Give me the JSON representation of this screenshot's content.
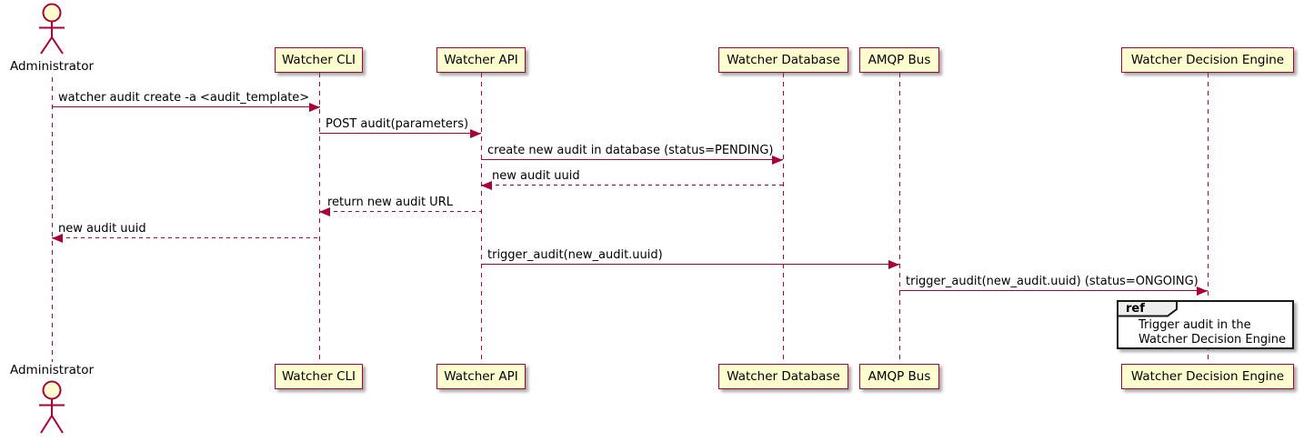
{
  "diagram_type": "sequence-diagram",
  "colors": {
    "participant_fill": "#FEFECE",
    "participant_border": "#A80036",
    "arrow_line": "#A80036",
    "text": "#000000",
    "ref_header_fill": "#EEEEEE",
    "ref_border": "#181818"
  },
  "actor": {
    "label": "Administrator"
  },
  "participants": [
    {
      "id": "watcher-cli",
      "label": "Watcher CLI"
    },
    {
      "id": "watcher-api",
      "label": "Watcher API"
    },
    {
      "id": "watcher-database",
      "label": "Watcher Database"
    },
    {
      "id": "amqp-bus",
      "label": "AMQP Bus"
    },
    {
      "id": "watcher-decision-engine",
      "label": "Watcher Decision Engine"
    }
  ],
  "messages": [
    {
      "from": "Administrator",
      "to": "Watcher CLI",
      "style": "solid",
      "label": "watcher audit create -a <audit_template>"
    },
    {
      "from": "Watcher CLI",
      "to": "Watcher API",
      "style": "solid",
      "label": "POST audit(parameters)"
    },
    {
      "from": "Watcher API",
      "to": "Watcher Database",
      "style": "solid",
      "label": "create new audit in database (status=PENDING)"
    },
    {
      "from": "Watcher Database",
      "to": "Watcher API",
      "style": "dashed",
      "label": "new audit uuid"
    },
    {
      "from": "Watcher API",
      "to": "Watcher CLI",
      "style": "dashed",
      "label": "return new audit URL"
    },
    {
      "from": "Watcher CLI",
      "to": "Administrator",
      "style": "dashed",
      "label": "new audit uuid"
    },
    {
      "from": "Watcher API",
      "to": "AMQP Bus",
      "style": "solid",
      "label": "trigger_audit(new_audit.uuid)"
    },
    {
      "from": "AMQP Bus",
      "to": "Watcher Decision Engine",
      "style": "solid",
      "label": "trigger_audit(new_audit.uuid) (status=ONGOING)"
    }
  ],
  "ref": {
    "keyword": "ref",
    "over": "Watcher Decision Engine",
    "lines": [
      "Trigger audit in the",
      "Watcher Decision Engine"
    ]
  }
}
